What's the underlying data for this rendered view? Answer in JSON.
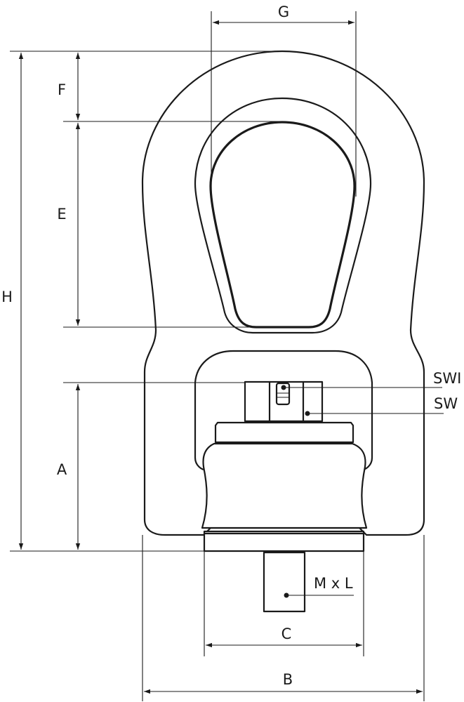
{
  "labels": {
    "G": "G",
    "F": "F",
    "E": "E",
    "H": "H",
    "A": "A",
    "SWI": "SWI",
    "SW": "SW",
    "MxL": "M x L",
    "C": "C",
    "B": "B"
  },
  "colors": {
    "stroke": "#1a1a1a",
    "background": "#ffffff"
  }
}
